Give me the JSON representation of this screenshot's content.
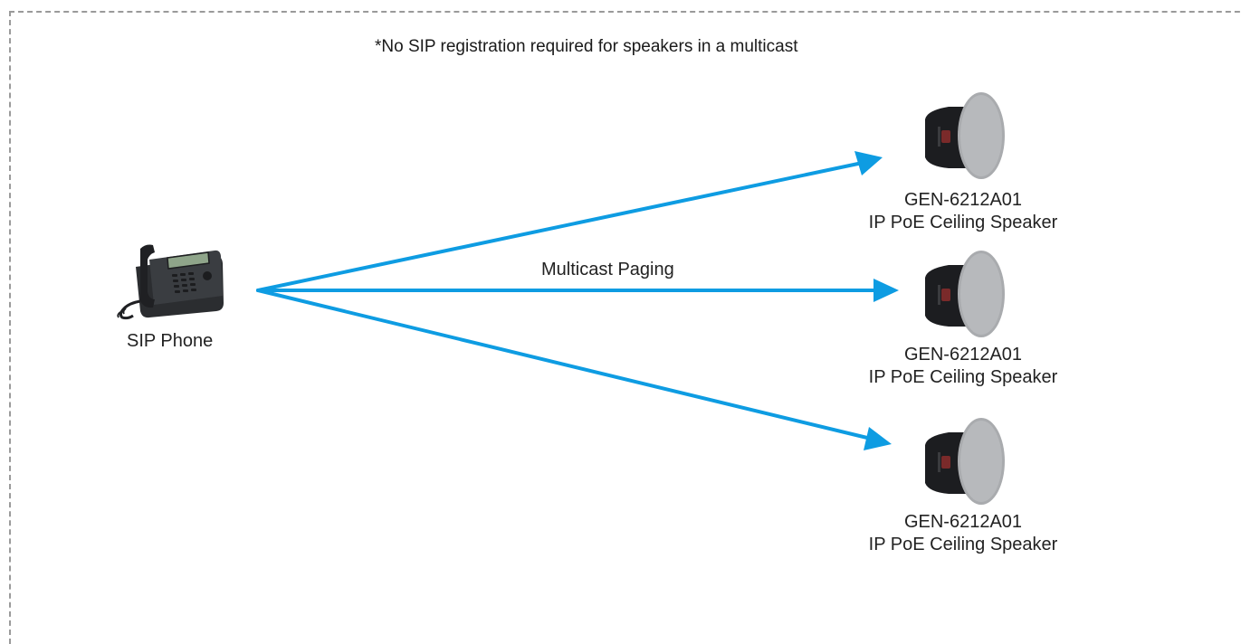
{
  "note": "*No SIP registration required for speakers in a multicast",
  "source": {
    "label": "SIP Phone",
    "icon": "desk-phone-icon"
  },
  "link": {
    "label": "Multicast Paging",
    "color": "#0e9ce2"
  },
  "speakers": [
    {
      "model": "GEN-6212A01",
      "description": "IP PoE Ceiling Speaker",
      "icon": "ceiling-speaker-icon"
    },
    {
      "model": "GEN-6212A01",
      "description": "IP PoE Ceiling Speaker",
      "icon": "ceiling-speaker-icon"
    },
    {
      "model": "GEN-6212A01",
      "description": "IP PoE Ceiling Speaker",
      "icon": "ceiling-speaker-icon"
    }
  ]
}
